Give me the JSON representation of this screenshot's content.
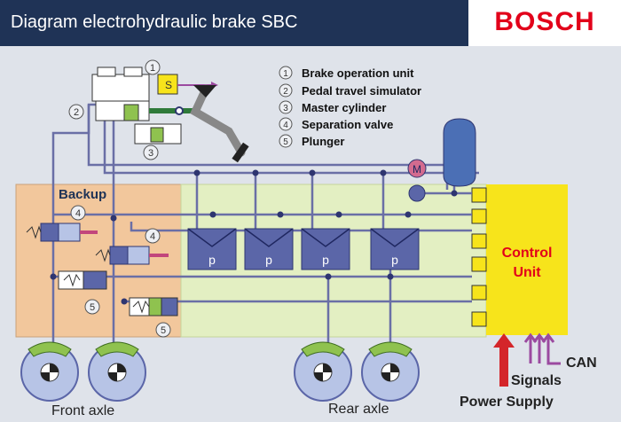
{
  "header": {
    "title": "Diagram electrohydraulic brake SBC",
    "brand": "BOSCH"
  },
  "legend": {
    "items": [
      {
        "num": "1",
        "label": "Brake operation unit"
      },
      {
        "num": "2",
        "label": "Pedal travel simulator"
      },
      {
        "num": "3",
        "label": "Master cylinder"
      },
      {
        "num": "4",
        "label": "Separation valve"
      },
      {
        "num": "5",
        "label": "Plunger"
      }
    ]
  },
  "diagram": {
    "backup_label": "Backup",
    "control_unit_label_1": "Control",
    "control_unit_label_2": "Unit",
    "pump_motor_label": "M",
    "pressure_label": "p",
    "simulator_label": "S",
    "callouts": {
      "c1": "1",
      "c2": "2",
      "c3": "3",
      "c4a": "4",
      "c4b": "4",
      "c5a": "5",
      "c5b": "5"
    },
    "front_axle_label": "Front axle",
    "rear_axle_label": "Rear axle",
    "can_label": "CAN",
    "signals_label": "Signals",
    "power_supply_label": "Power Supply"
  },
  "colors": {
    "header_bg": "#1f3356",
    "brand_red": "#e2001a",
    "backup_zone": "#f2c79c",
    "hydraulic_zone": "#e3efc2",
    "control_unit": "#f7e41b",
    "modulator_blue": "#5b66a8",
    "line_blue": "#6a6fa6",
    "wheel_blue": "#b7c4e6",
    "caliper_green": "#8fc24f",
    "signal_purple": "#9b4aa0",
    "power_red": "#d4252a"
  }
}
